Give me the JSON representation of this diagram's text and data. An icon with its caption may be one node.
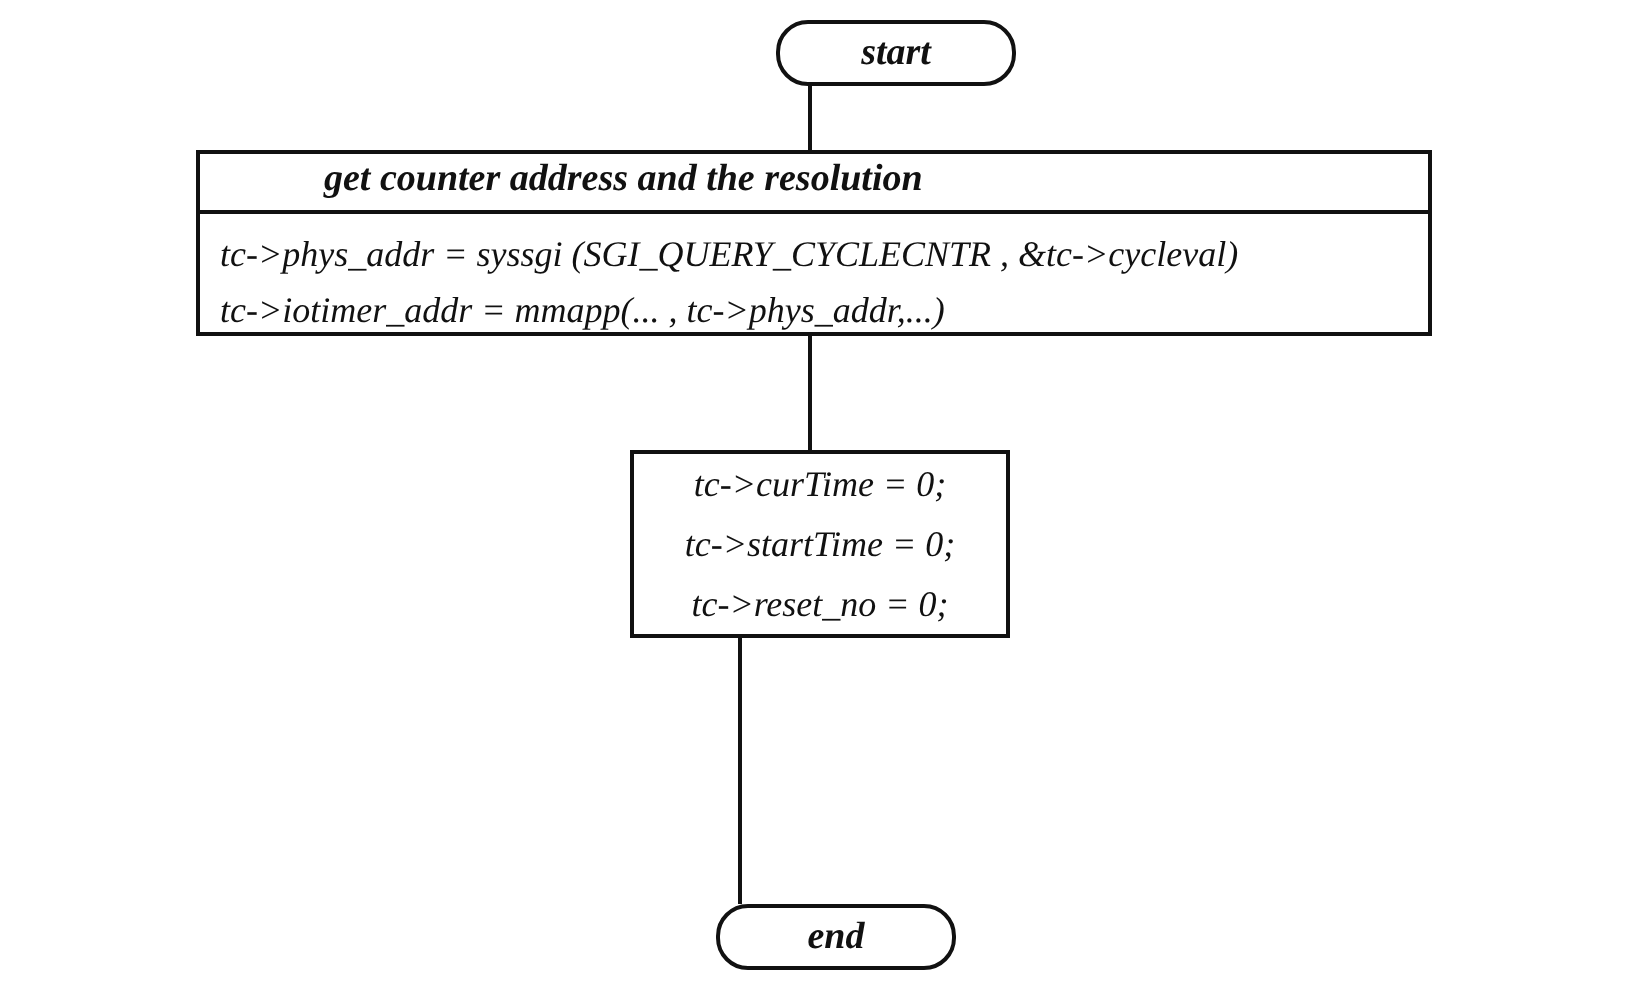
{
  "diagram": {
    "nodes": [
      {
        "text": [
          "start"
        ]
      },
      {
        "text": [
          "get counter address and the resolution",
          "tc->phys_addr = syssgi (SGI_QUERY_CYCLECNTR , &tc->cycleval)",
          "tc->iotimer_addr = mmapp(... , tc->phys_addr,...)"
        ]
      },
      {
        "text": [
          "tc->curTime = 0;",
          "tc->startTime = 0;",
          "tc->reset_no = 0;"
        ]
      },
      {
        "text": [
          "end"
        ]
      }
    ],
    "edges": [
      {
        "from": 0,
        "to": 1,
        "arrow": "none"
      },
      {
        "from": 1,
        "to": 2,
        "arrow": "none"
      },
      {
        "from": 2,
        "to": 3,
        "arrow": "none"
      }
    ]
  }
}
